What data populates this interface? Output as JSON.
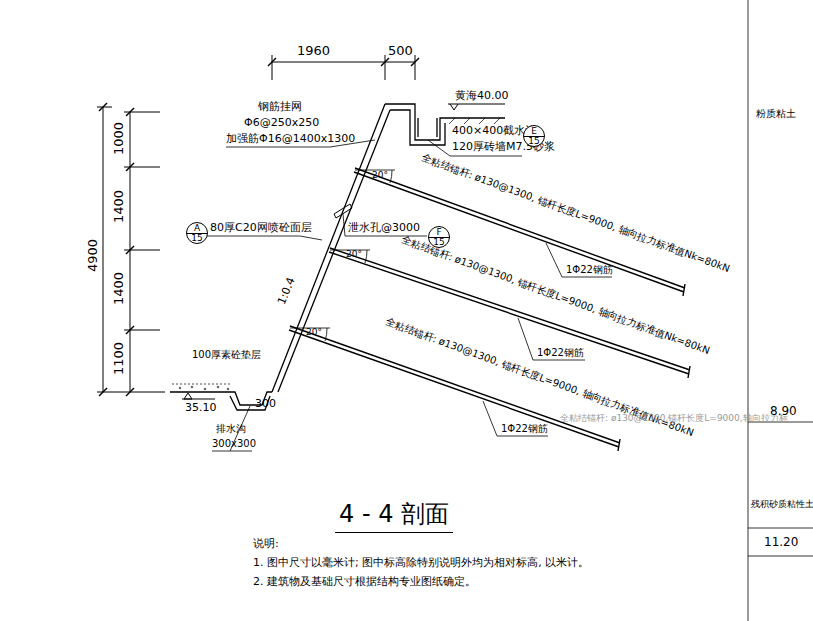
{
  "diagram": {
    "title": "4 - 4 剖面",
    "nodes": [
      {
        "text": [
          "E",
          "15"
        ]
      },
      {
        "text": [
          "A",
          "15"
        ]
      },
      {
        "text": [
          "F",
          "15"
        ]
      }
    ],
    "labels": [
      "1960",
      "500",
      "4900",
      "1000",
      "1400",
      "1400",
      "1100",
      "钢筋挂网",
      "Φ6@250x250",
      "加强筋Φ16@1400x1300",
      "黄海40.00",
      "400×400截水沟",
      "120厚砖墙M7.5砂浆",
      "20°",
      "全粘结锚杆: ø130@1300, 锚杆长度L=9000, 轴向拉力标准值Nk=80kN",
      "1Φ22钢筋",
      "80厚C20网喷砼面层",
      "泄水孔@3000",
      "20°",
      "全粘结锚杆: ø130@1300, 锚杆长度L=9000, 轴向拉力标准值Nk=80kN",
      "1Φ22钢筋",
      "1:0.4",
      "20°",
      "全粘结锚杆: ø130@1300, 锚杆长度L=9000, 轴向拉力标准值Nk=80kN",
      "1Φ22钢筋",
      "100厚素砼垫层",
      "35.10",
      "300",
      "排水沟",
      "300x300",
      "全粘结锚杆: ø130@1300,锚杆长度L=9000,轴向拉力标",
      "说明:",
      "1. 图中尺寸以毫米计; 图中标高除特别说明外均为相对标高, 以米计。",
      "2. 建筑物及基础尺寸根据结构专业图纸确定。",
      "粉质粘土",
      "8.90",
      "残积砂质粘性土",
      "11.20"
    ]
  }
}
